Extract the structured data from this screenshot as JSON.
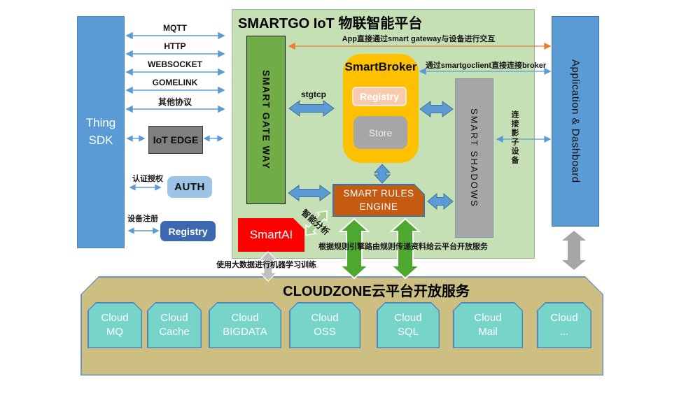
{
  "title": "SMARTGO IoT 物联智能平台",
  "left_zone": {
    "thing_sdk": "Thing\nSDK",
    "protocols": [
      "MQTT",
      "HTTP",
      "WEBSOCKET",
      "GOMELINK",
      "其他协议"
    ],
    "iot_edge": "IoT EDGE",
    "auth_caption": "认证授权",
    "auth": "AUTH",
    "registry_caption": "设备注册",
    "registry": "Registry"
  },
  "platform": {
    "gateway": "SMART GATE WAY",
    "broker_title": "SmartBroker",
    "broker_registry": "Registry",
    "broker_store": "Store",
    "shadows": "SMART SHADOWS",
    "rules_engine": "SMART RULES ENGINE",
    "smart_ai": "SmartAI",
    "stgtcp_label": "stgtcp",
    "ai_analysis_label": "智能分析"
  },
  "annotations": {
    "app_via_gateway": "App直接通过smart gateway与设备进行交互",
    "client_to_broker": "通过smartgoclient直接连接broker",
    "connect_shadow": "连接影子设备",
    "rules_to_cloud": "根据规则引擎路由规则传递资料给云平台开放服务",
    "ml_training": "使用大数据进行机器学习训练"
  },
  "right_zone": {
    "application": "Application & Dashboard"
  },
  "cloud_zone": {
    "title": "CLOUDZONE云平台开放服务",
    "services": [
      "Cloud\nMQ",
      "Cloud\nCache",
      "Cloud\nBIGDATA",
      "Cloud\nOSS",
      "Cloud\nSQL",
      "Cloud\nMail",
      "Cloud\n..."
    ]
  },
  "palette": {
    "panel_green": "#C5E0B4",
    "gateway_green": "#70AD47",
    "broker_yellow": "#FFC000",
    "engine_orange": "#C55A11",
    "ai_red": "#FF0000",
    "box_blue": "#5B9BD5",
    "shadow_gray": "#A6A6A6",
    "cloud_tan": "#CDBE82",
    "service_teal": "#76D4C8",
    "arrow_orange": "#ED7D31",
    "arrow_green": "#4EA72E"
  }
}
